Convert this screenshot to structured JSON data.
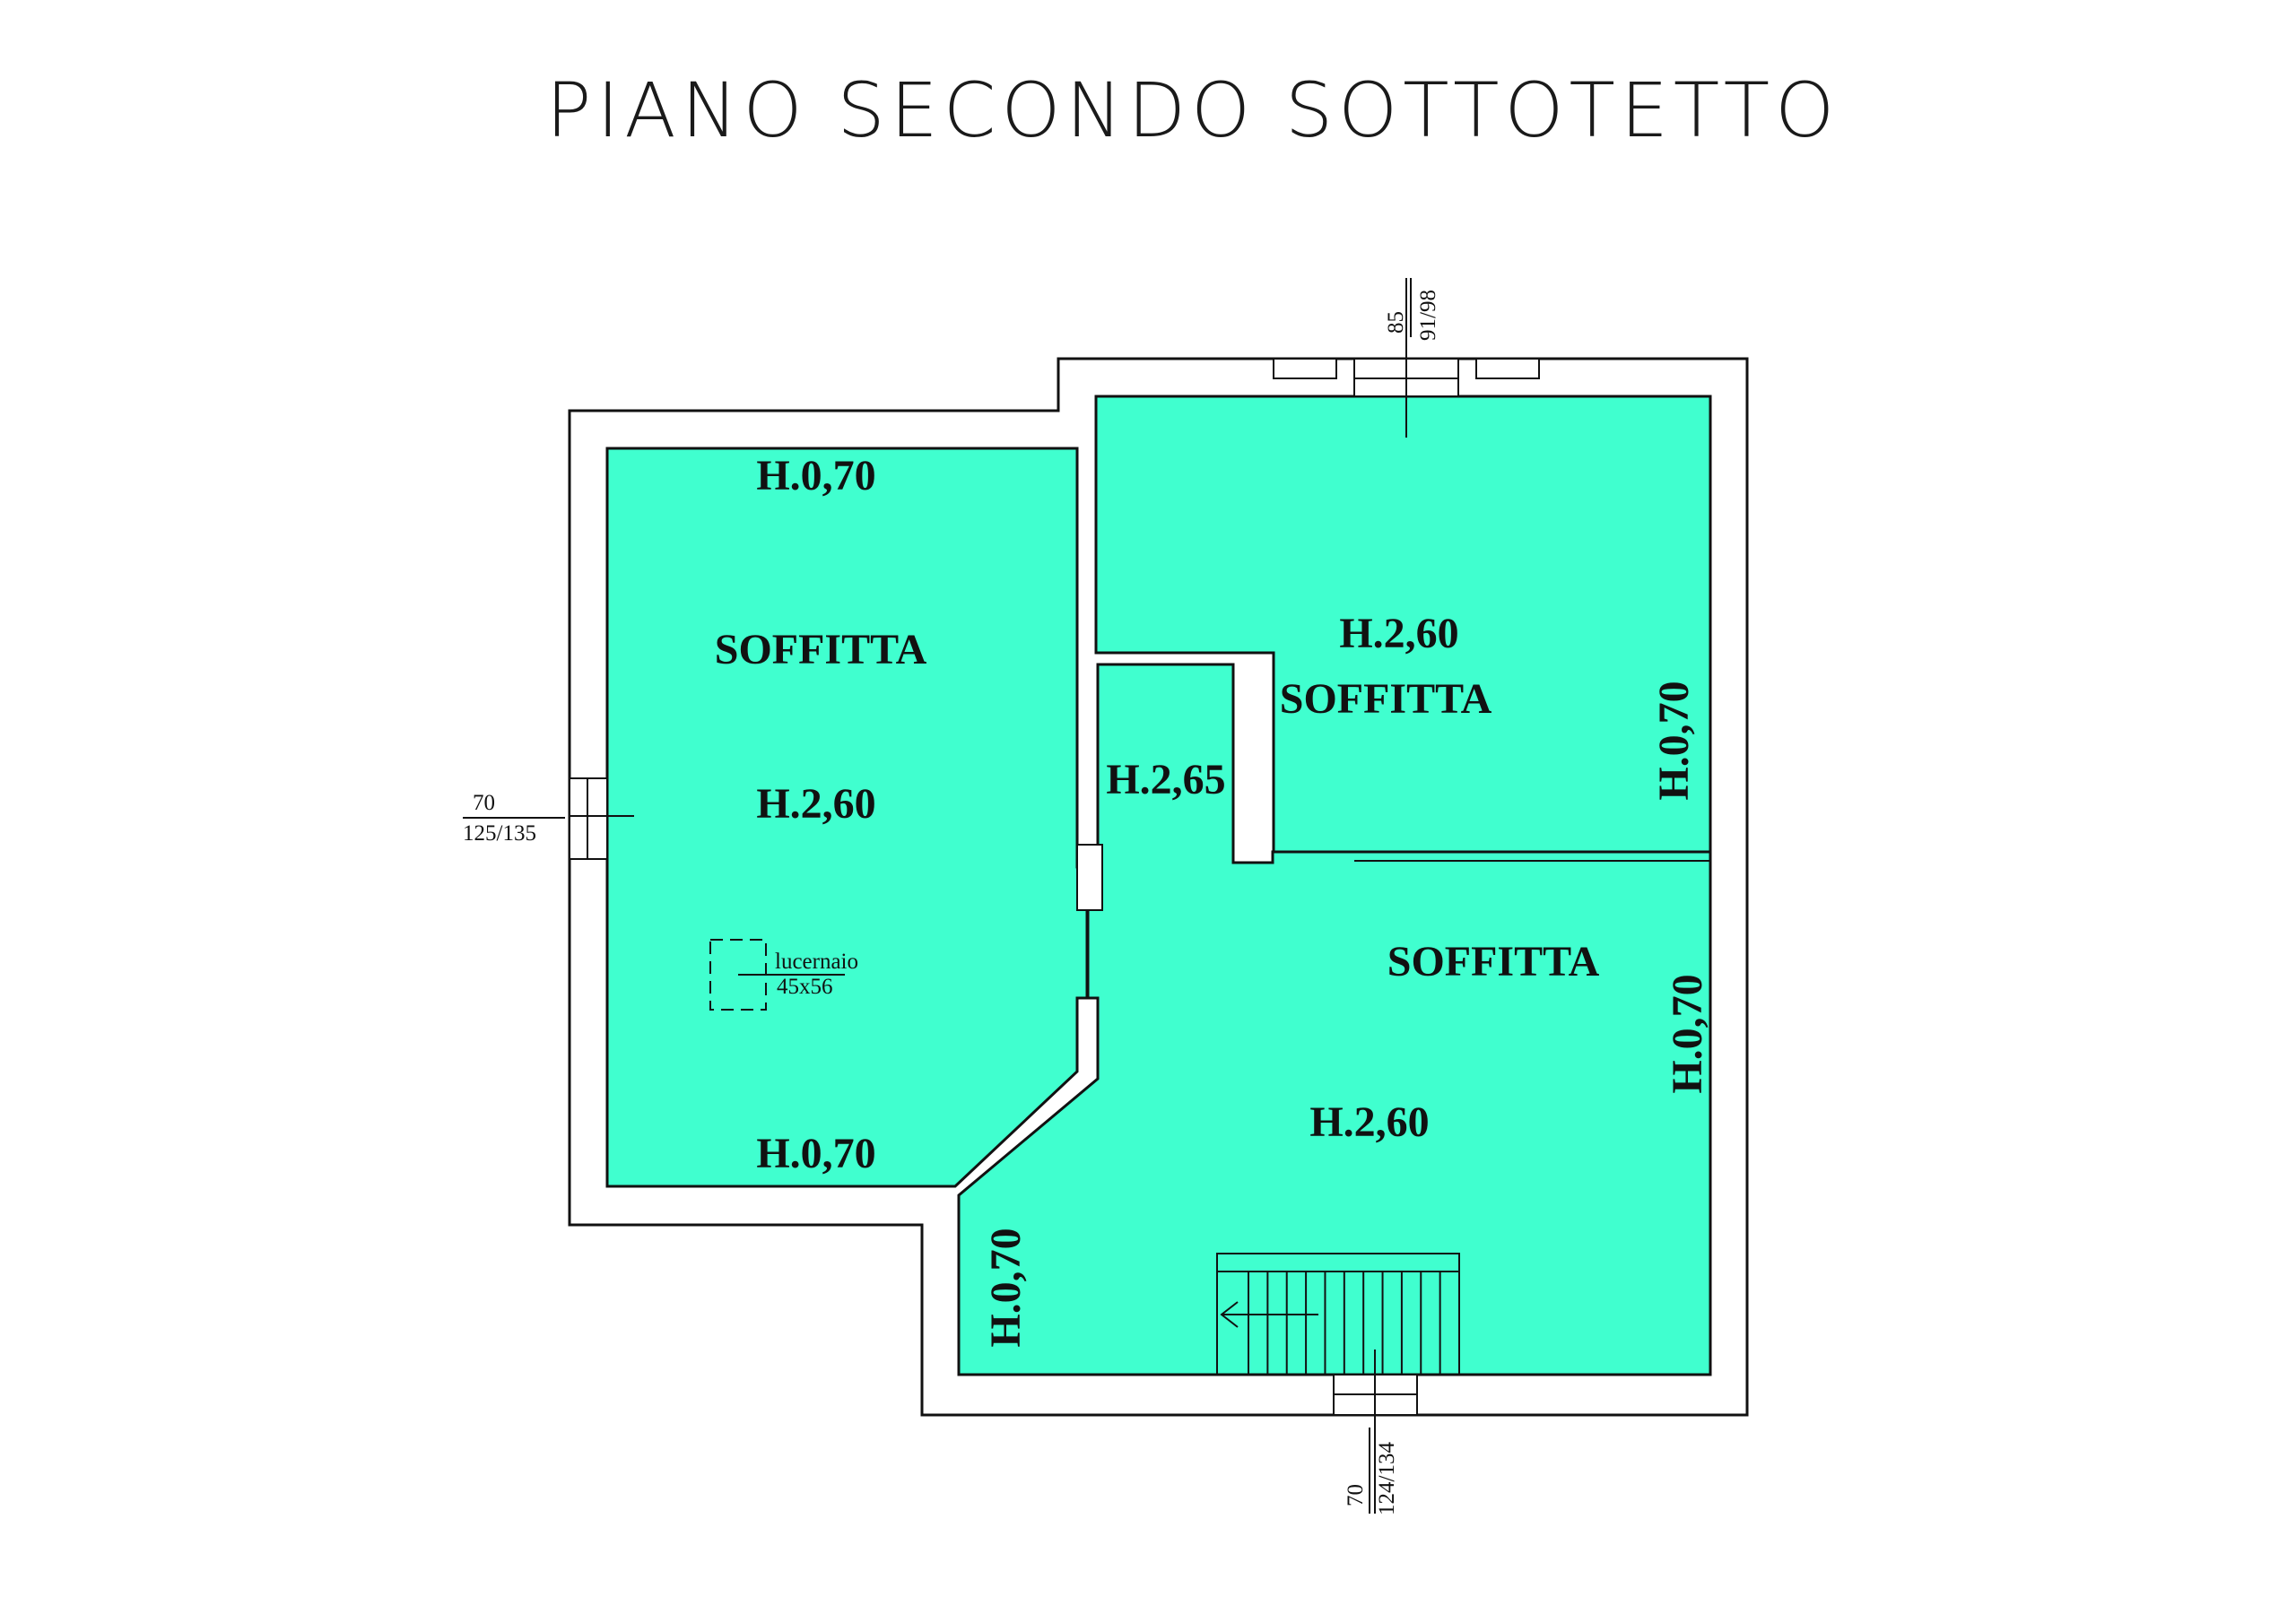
{
  "title": "PIANO SECONDO SOTTOTETTO",
  "colors": {
    "room_fill": "#40FFCF",
    "line": "#111111",
    "background": "#FFFFFF"
  },
  "rooms": [
    {
      "name": "SOFFITTA",
      "heights": {
        "top": "H.0,70",
        "center": "H.2,60",
        "bottom": "H.0,70"
      },
      "skylight": {
        "label": "lucernaio",
        "size": "45x56"
      }
    },
    {
      "name": "SOFFITTA",
      "heights": {
        "center": "H.2,60",
        "right": "H.0,70"
      }
    },
    {
      "name": "SOFFITTA",
      "heights": {
        "corridor": "H.2,65",
        "center": "H.2,60",
        "right": "H.0,70",
        "bottom_left": "H.0,70"
      }
    }
  ],
  "windows": {
    "top": {
      "width": "85",
      "height": "91/98"
    },
    "left": {
      "width": "70",
      "height": "125/135"
    },
    "bottom": {
      "width": "70",
      "height": "124/134"
    }
  },
  "icons": {
    "stairs": "stairs-icon",
    "stair_arrow": "arrow-left-icon",
    "skylight": "skylight-dashed-icon"
  }
}
